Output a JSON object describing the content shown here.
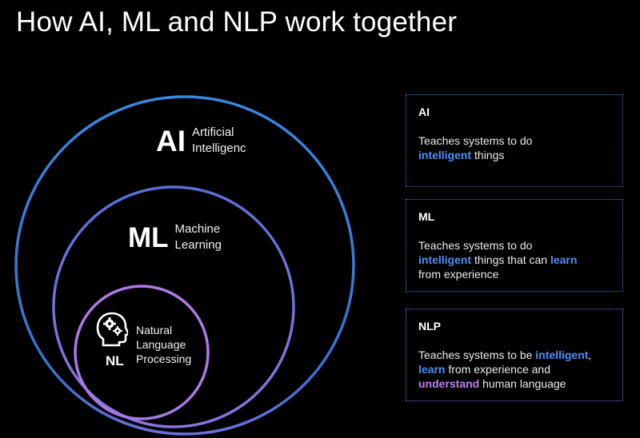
{
  "title": "How AI, ML and NLP work together",
  "circles": {
    "ai": {
      "abbr": "AI",
      "line1": "Artificial",
      "line2": "Intelligenc"
    },
    "ml": {
      "abbr": "ML",
      "line1": "Machine",
      "line2": "Learning"
    },
    "nl": {
      "abbr": "NL",
      "line1": "Natural",
      "line2": "Language",
      "line3": "Processing",
      "icon": "brain-gears-icon"
    }
  },
  "boxes": {
    "ai": {
      "title": "AI",
      "line1": "Teaches systems to do",
      "kw1": "intelligent",
      "t1": " things"
    },
    "ml": {
      "title": "ML",
      "line1": "Teaches systems to do",
      "kw1": "intelligent",
      "t1": " things that can ",
      "kw2": "learn",
      "line3": "from experience"
    },
    "nlp": {
      "title": "NLP",
      "t0": "Teaches systems to be ",
      "kw1": "intelligent",
      "t1": ",",
      "kw2": "learn",
      "t2": " from experience and",
      "kw3": "understand",
      "t3": " human language"
    }
  },
  "colors": {
    "background": "#000000",
    "ai_circle": "#3f7fd6",
    "ml_circle": "#6a6fd8",
    "nl_circle": "#b07ae6",
    "keyword_blue": "#4f8ef7",
    "keyword_purple": "#c07ff0"
  }
}
